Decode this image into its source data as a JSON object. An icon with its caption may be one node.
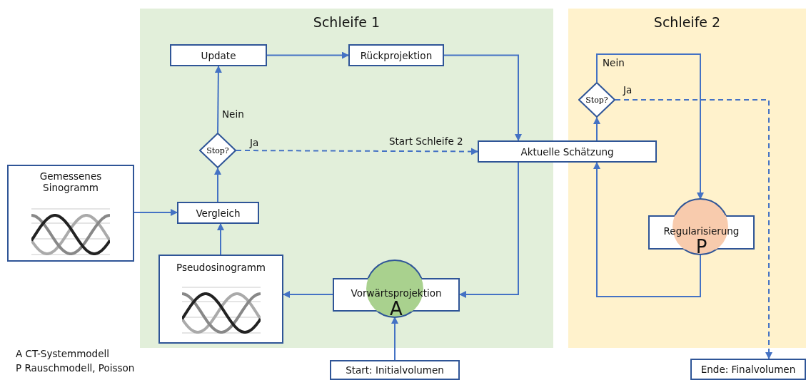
{
  "diagram": {
    "nodes": [
      {
        "text": [
          "Schleife 1"
        ]
      },
      {
        "text": [
          "Schleife 2"
        ]
      },
      {
        "text": [
          "Update"
        ],
        "in": 0
      },
      {
        "text": [
          "Rückprojektion"
        ],
        "in": 0
      },
      {
        "text": [
          "Stop?"
        ],
        "in": 0
      },
      {
        "text": [
          "Aktuelle Schätzung"
        ]
      },
      {
        "text": [
          "Gemessenes Sinogramm"
        ]
      },
      {
        "text": [
          "Vergleich"
        ],
        "in": 0
      },
      {
        "text": [
          "Pseudosinogramm"
        ],
        "in": 0
      },
      {
        "text": [
          "Vorwärtsprojektion",
          "A"
        ],
        "in": 0
      },
      {
        "text": [
          "Stop?"
        ],
        "in": 1
      },
      {
        "text": [
          "Regularisierung",
          "P"
        ],
        "in": 1
      },
      {
        "text": [
          "Start: Initialvolumen"
        ]
      },
      {
        "text": [
          "Ende: Finalvolumen"
        ]
      }
    ],
    "edges": [
      {
        "from": 3,
        "to": 5,
        "arrow": "to"
      },
      {
        "from": 2,
        "to": 3,
        "arrow": "to"
      },
      {
        "from": 4,
        "to": 2,
        "arrow": "to",
        "label": "Nein"
      },
      {
        "from": 4,
        "to": 5,
        "arrow": "to",
        "label": "Ja",
        "style": "dashed"
      },
      {
        "from": 7,
        "to": 4,
        "arrow": "to"
      },
      {
        "from": 6,
        "to": 7,
        "arrow": "to"
      },
      {
        "from": 8,
        "to": 7,
        "arrow": "to"
      },
      {
        "from": 9,
        "to": 8,
        "arrow": "to"
      },
      {
        "from": 5,
        "to": 9,
        "arrow": "to"
      },
      {
        "from": 12,
        "to": 9,
        "arrow": "to"
      },
      {
        "from": 5,
        "to": 10,
        "arrow": "to"
      },
      {
        "from": 10,
        "to": 11,
        "arrow": "to",
        "label": "Nein"
      },
      {
        "from": 11,
        "to": 5,
        "arrow": "to"
      },
      {
        "from": 10,
        "to": 13,
        "arrow": "to",
        "label": "Ja",
        "style": "dashed"
      }
    ],
    "labels": [
      "Start Schleife 2",
      "A CT-Systemmodell",
      "P Rauschmodell, Poisson"
    ]
  }
}
